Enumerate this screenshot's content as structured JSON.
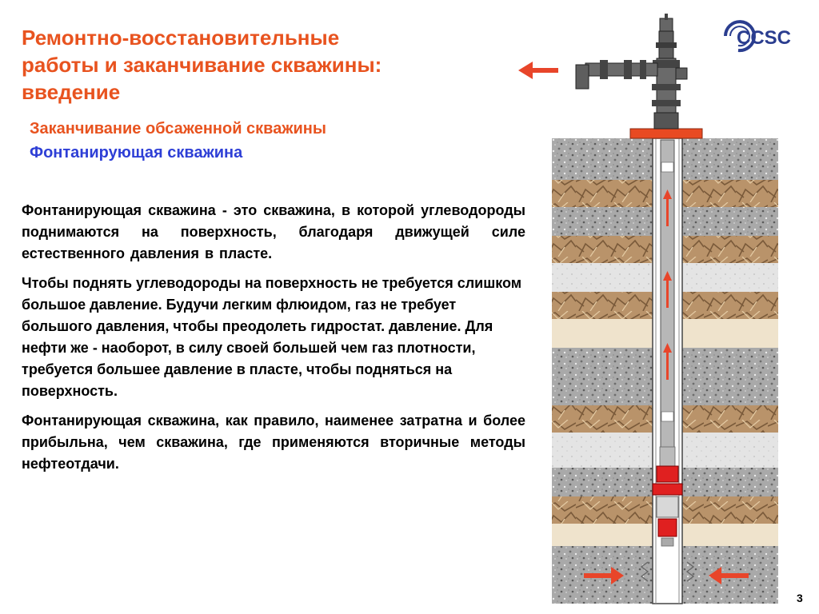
{
  "slide": {
    "title_lines": [
      "Ремонтно-восстановительные",
      "работы и заканчивание скважины:",
      "введение"
    ],
    "subtitle1": "Заканчивание обсаженной скважины",
    "subtitle2": "Фонтанирующая скважина",
    "paragraphs": [
      "Фонтанирующая скважина - это скважина, в которой углеводороды поднимаются на поверхность, благодаря движущей силе естественного давления в пласте.",
      "Чтобы поднять углеводороды на поверхность не требуется слишком большое давление. Будучи легким флюидом, газ не требует большого давления, чтобы преодолеть гидростат. давление. Для нефти же - наоборот, в силу своей большей чем газ плотности, требуется большее давление в пласте, чтобы подняться на поверхность.",
      "Фонтанирующая скважина, как правило, наименее затратна и более прибыльна, чем скважина, где применяются вторичные методы нефтеотдачи."
    ],
    "logo_text": "CCSC",
    "page_number": "3"
  },
  "colors": {
    "accent_orange": "#e8531f",
    "accent_blue": "#2e3fd6",
    "arrow_red": "#e8452a",
    "logo_blue": "#2a3d8f"
  },
  "icons": {
    "wellhead": "christmas-tree-wellhead-icon",
    "arrow": "flow-arrow-icon",
    "packer": "packer-icon"
  }
}
